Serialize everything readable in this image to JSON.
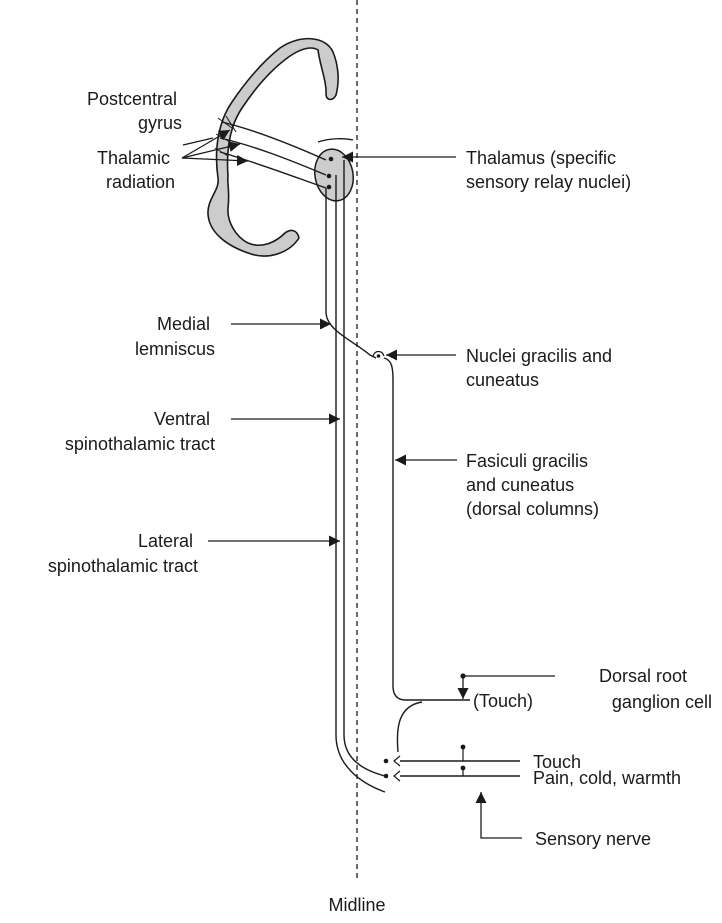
{
  "labels": {
    "postcentral_line1": "Postcentral",
    "postcentral_line2": "gyrus",
    "thalamic_rad_line1": "Thalamic",
    "thalamic_rad_line2": "radiation",
    "thalamus_line1": "Thalamus (specific",
    "thalamus_line2": "sensory relay nuclei)",
    "medial_lemniscus_line1": "Medial",
    "medial_lemniscus_line2": "lemniscus",
    "nuclei_line1": "Nuclei gracilis and",
    "nuclei_line2": "cuneatus",
    "ventral_line1": "Ventral",
    "ventral_line2": "spinothalamic tract",
    "fasciculi_line1": "Fasiculi gracilis",
    "fasciculi_line2": "and cuneatus",
    "fasciculi_line3": "(dorsal columns)",
    "lateral_line1": "Lateral",
    "lateral_line2": "spinothalamic tract",
    "drg_line1": "Dorsal root",
    "drg_line2": "ganglion cell",
    "touch_branch": "(Touch)",
    "touch": "Touch",
    "pain": "Pain, cold, warmth",
    "sensory_nerve": "Sensory nerve",
    "midline": "Midline"
  },
  "colors": {
    "ink": "#1a1a1a",
    "cortex_fill": "#cccccc"
  }
}
